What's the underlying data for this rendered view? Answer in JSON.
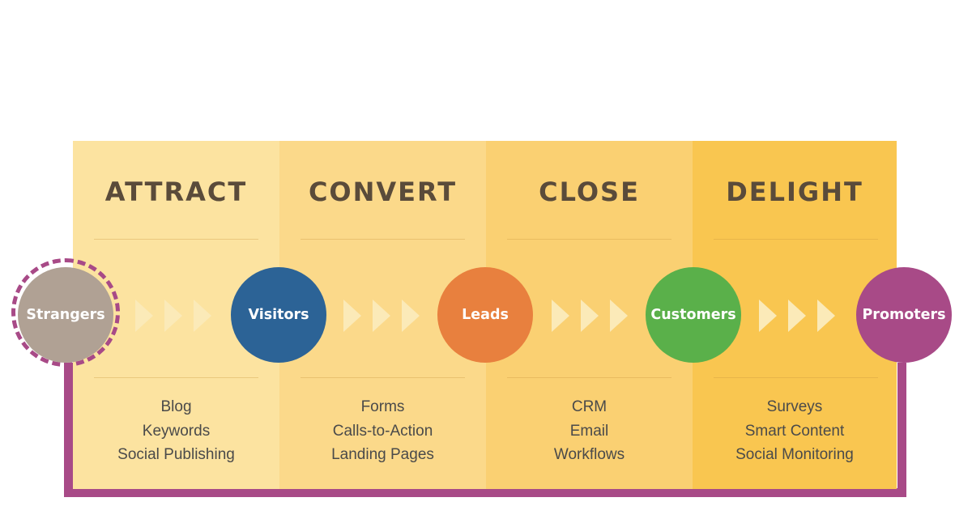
{
  "stages": [
    {
      "title": "ATTRACT",
      "tools": [
        "Blog",
        "Keywords",
        "Social Publishing"
      ]
    },
    {
      "title": "CONVERT",
      "tools": [
        "Forms",
        "Calls-to-Action",
        "Landing Pages"
      ]
    },
    {
      "title": "CLOSE",
      "tools": [
        "CRM",
        "Email",
        "Workflows"
      ]
    },
    {
      "title": "DELIGHT",
      "tools": [
        "Surveys",
        "Smart Content",
        "Social Monitoring"
      ]
    }
  ],
  "nodes": [
    {
      "label": "Strangers",
      "color": "#b0a194"
    },
    {
      "label": "Visitors",
      "color": "#2c6396"
    },
    {
      "label": "Leads",
      "color": "#e8803e"
    },
    {
      "label": "Customers",
      "color": "#5ab04a"
    },
    {
      "label": "Promoters",
      "color": "#a84a87"
    }
  ],
  "colors": {
    "stage_backgrounds": [
      "#fce3a0",
      "#fbd98a",
      "#fad072",
      "#f9c650"
    ],
    "loop": "#a84a87",
    "chevron": "#fbeab8"
  }
}
